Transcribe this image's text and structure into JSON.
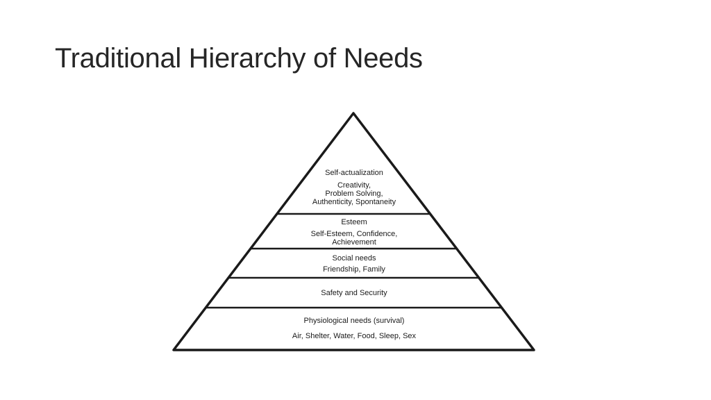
{
  "slide": {
    "title": "Traditional Hierarchy of Needs"
  },
  "pyramid": {
    "colors": {
      "stroke": "#1a1a1a",
      "fill": "#ffffff",
      "text": "#1a1a1a"
    },
    "tiers": [
      {
        "heading": "Self-actualization",
        "detail": "Creativity,\nProblem Solving,\nAuthenticity, Spontaneity"
      },
      {
        "heading": "Esteem",
        "detail": "Self-Esteem, Confidence,\nAchievement"
      },
      {
        "heading": "Social needs",
        "detail": "Friendship, Family"
      },
      {
        "heading": "Safety and Security",
        "detail": ""
      },
      {
        "heading": "Physiological needs (survival)",
        "detail": "Air, Shelter, Water, Food, Sleep, Sex"
      }
    ]
  }
}
